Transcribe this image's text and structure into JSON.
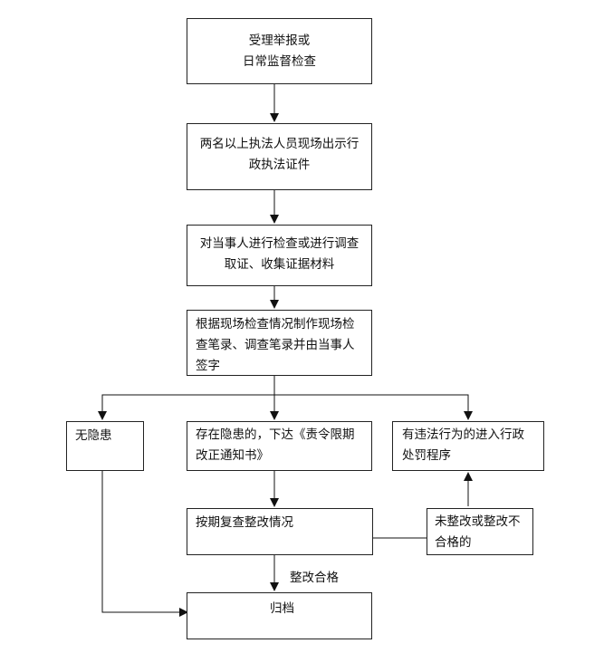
{
  "nodes": {
    "accept": {
      "lines": [
        "受理举报或",
        "日常监督检查"
      ]
    },
    "show_id": {
      "lines": [
        "两名以上执法人员现场出示行",
        "政执法证件"
      ]
    },
    "inspect": {
      "lines": [
        "对当事人进行检查或进行调查",
        "取证、收集证据材料"
      ]
    },
    "record": {
      "lines": [
        "根据现场检查情况制作现场检",
        "查笔录、调查笔录并由当事人",
        "签字"
      ]
    },
    "no_hazard": {
      "lines": [
        "无隐患"
      ]
    },
    "hazard": {
      "lines": [
        "存在隐患的，下达《责令限期",
        "改正通知书》"
      ]
    },
    "violation": {
      "lines": [
        "有违法行为的进入行政",
        "处罚程序"
      ]
    },
    "recheck": {
      "lines": [
        "按期复查整改情况"
      ]
    },
    "not_fixed": {
      "lines": [
        "未整改或整改不",
        "合格的"
      ]
    },
    "archive": {
      "lines": [
        "归档"
      ]
    }
  },
  "edge_labels": {
    "fixed_ok": "整改合格"
  }
}
